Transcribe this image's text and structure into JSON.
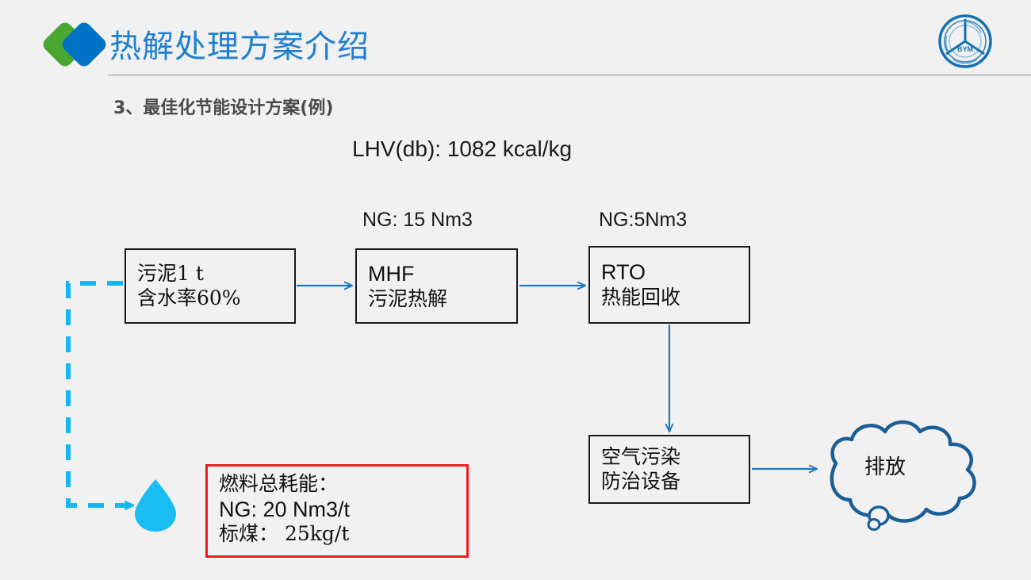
{
  "header": {
    "title": "热解处理方案介绍",
    "logo_left": "brand-diamond-logo",
    "logo_right_text": "BYM"
  },
  "section": {
    "title": "3、最佳化节能设计方案(例)"
  },
  "labels": {
    "lhv": "LHV(db): 1082 kcal/kg",
    "ng_mhf": "NG: 15 Nm3",
    "ng_rto": "NG:5Nm3"
  },
  "boxes": {
    "sludge": {
      "line1": "污泥1 t",
      "line2": "含水率60%"
    },
    "mhf": {
      "line1": "MHF",
      "line2": "污泥热解"
    },
    "rto": {
      "line1": "RTO",
      "line2": "热能回收"
    },
    "apc": {
      "line1": "空气污染",
      "line2": "防治设备"
    },
    "fuel": {
      "line1": "燃料总耗能：",
      "line2": "NG: 20 Nm3/t",
      "line3": "标煤： 25kg/t"
    }
  },
  "cloud": {
    "text": "排放"
  },
  "icons": {
    "water_drop": "water-drop-icon"
  },
  "colors": {
    "background": "#f1f1f1",
    "title_blue": "#1f7fd0",
    "arrow_blue": "#1a7bc4",
    "dashed_cyan": "#16b7f0",
    "drop_cyan": "#19bdf2",
    "alert_red": "#ed1c24",
    "logo_green": "#4aa832",
    "logo_blue": "#0072c6",
    "cloud_blue": "#1b5e96",
    "box_border": "#1b1b1b",
    "section_gray": "#4a4a4a",
    "rule_gray": "#8a8a8a"
  }
}
